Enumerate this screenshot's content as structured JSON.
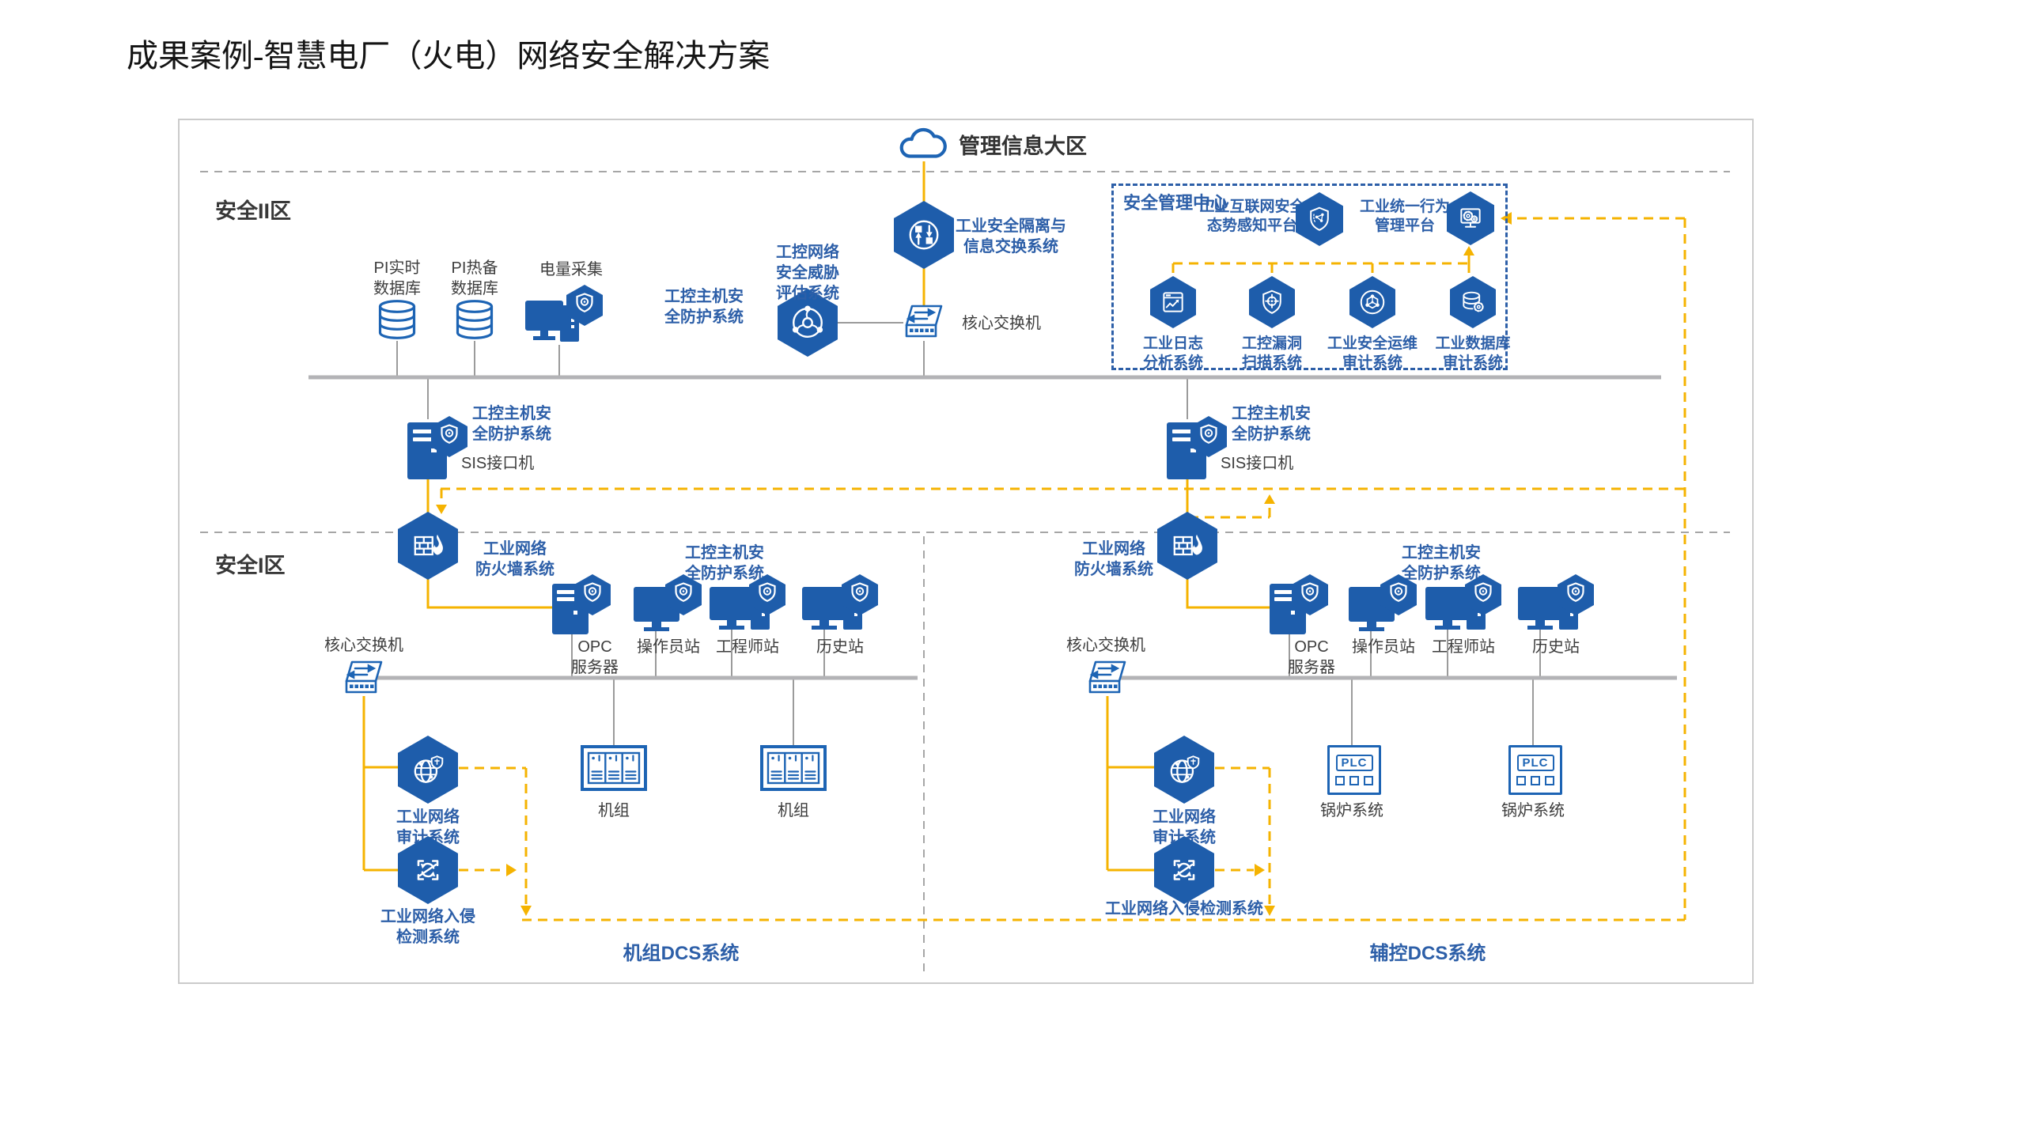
{
  "title": "成果案例-智慧电厂（火电）网络安全解决方案",
  "colors": {
    "primary_blue": "#1e5dab",
    "label_blue": "#2d5fa8",
    "line_yellow": "#f5b301",
    "line_gray": "#9b9b9b"
  },
  "top_area": {
    "cloud_label": "管理信息大区"
  },
  "zones": {
    "zone2_label": "安全II区",
    "zone1_label": "安全I区"
  },
  "shared": {
    "host_protection": "工控主机安\n全防护系统",
    "core_switch": "核心交换机",
    "sis_interface": "SIS接口机",
    "firewall": "工业网络\n防火墙系统",
    "net_audit": "工业网络\n审计系统",
    "opc_server": "OPC\n服务器",
    "operator_station": "操作员站",
    "engineer_station": "工程师站",
    "history_station": "历史站",
    "unit": "机组",
    "boiler_system": "锅炉系统",
    "plc": "PLC"
  },
  "zone2": {
    "pi_realtime_db": "PI实时\n数据库",
    "pi_standby_db": "PI热备\n数据库",
    "power_collection": "电量采集",
    "threat_assessment": "工控网络\n安全威胁\n评估系统",
    "isolation_exchange": "工业安全隔离与\n信息交换系统"
  },
  "security_center": {
    "title": "安全管理中心",
    "situation_awareness": "工业互联网安全\n态势感知平台",
    "unified_behavior": "工业统一行为\n管理平台",
    "log_analysis": "工业日志\n分析系统",
    "vuln_scan": "工控漏洞\n扫描系统",
    "ops_audit": "工业安全运维\n审计系统",
    "db_audit": "工业数据库\n审计系统"
  },
  "zone1": {
    "intrusion_detection_2line": "工业网络入侵\n检测系统",
    "intrusion_detection_1line": "工业网络入侵检测系统",
    "dcs_unit": "机组DCS系统",
    "dcs_aux": "辅控DCS系统"
  }
}
